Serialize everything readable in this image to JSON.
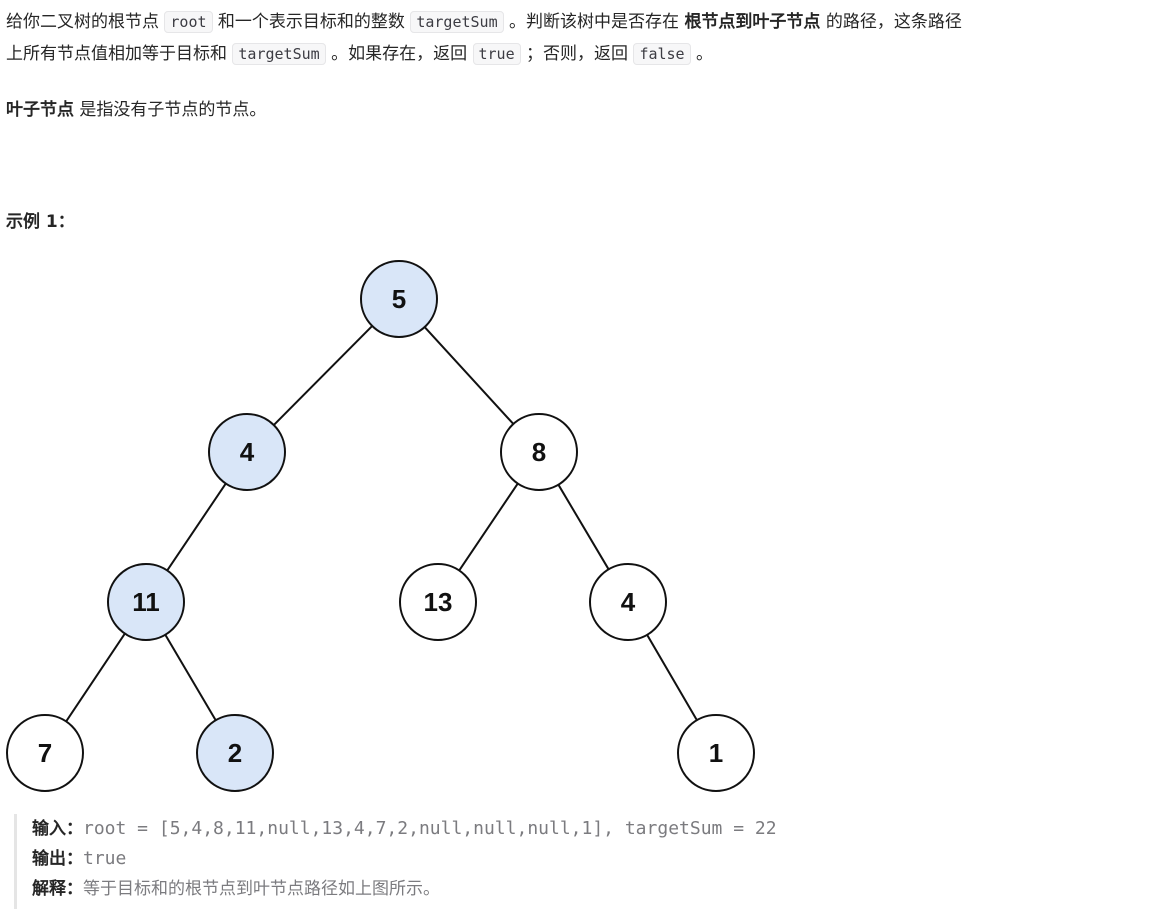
{
  "description": {
    "p1": {
      "t1": "给你二叉树的根节点 ",
      "c1": "root",
      "t2": " 和一个表示目标和的整数 ",
      "c2": "targetSum",
      "t3": " 。判断该树中是否存在 ",
      "b1": "根节点到叶子节点",
      "t4": " 的路径，这条路径",
      "t5": "上所有节点值相加等于目标和 ",
      "c3": "targetSum",
      "t6": " 。如果存在，返回 ",
      "c4": "true",
      "t7": " ；否则，返回 ",
      "c5": "false",
      "t8": " 。"
    },
    "p2": {
      "b1": "叶子节点",
      "t1": " 是指没有子节点的节点。"
    }
  },
  "example": {
    "title": "示例 1：",
    "input_label": "输入：",
    "input_value": "root = [5,4,8,11,null,13,4,7,2,null,null,null,1], targetSum = 22",
    "output_label": "输出：",
    "output_value": "true",
    "explain_label": "解释：",
    "explain_value": "等于目标和的根节点到叶节点路径如上图所示。"
  },
  "tree": {
    "highlight_color": "#d9e6f8",
    "default_color": "#ffffff",
    "nodes": [
      {
        "id": "n5",
        "value": "5",
        "highlight": true
      },
      {
        "id": "n4a",
        "value": "4",
        "highlight": true
      },
      {
        "id": "n8",
        "value": "8",
        "highlight": false
      },
      {
        "id": "n11",
        "value": "11",
        "highlight": true
      },
      {
        "id": "n13",
        "value": "13",
        "highlight": false
      },
      {
        "id": "n4b",
        "value": "4",
        "highlight": false
      },
      {
        "id": "n7",
        "value": "7",
        "highlight": false
      },
      {
        "id": "n2",
        "value": "2",
        "highlight": true
      },
      {
        "id": "n1",
        "value": "1",
        "highlight": false
      }
    ],
    "edges": [
      [
        "n5",
        "n4a"
      ],
      [
        "n5",
        "n8"
      ],
      [
        "n4a",
        "n11"
      ],
      [
        "n8",
        "n13"
      ],
      [
        "n8",
        "n4b"
      ],
      [
        "n11",
        "n7"
      ],
      [
        "n11",
        "n2"
      ],
      [
        "n4b",
        "n1"
      ]
    ]
  }
}
